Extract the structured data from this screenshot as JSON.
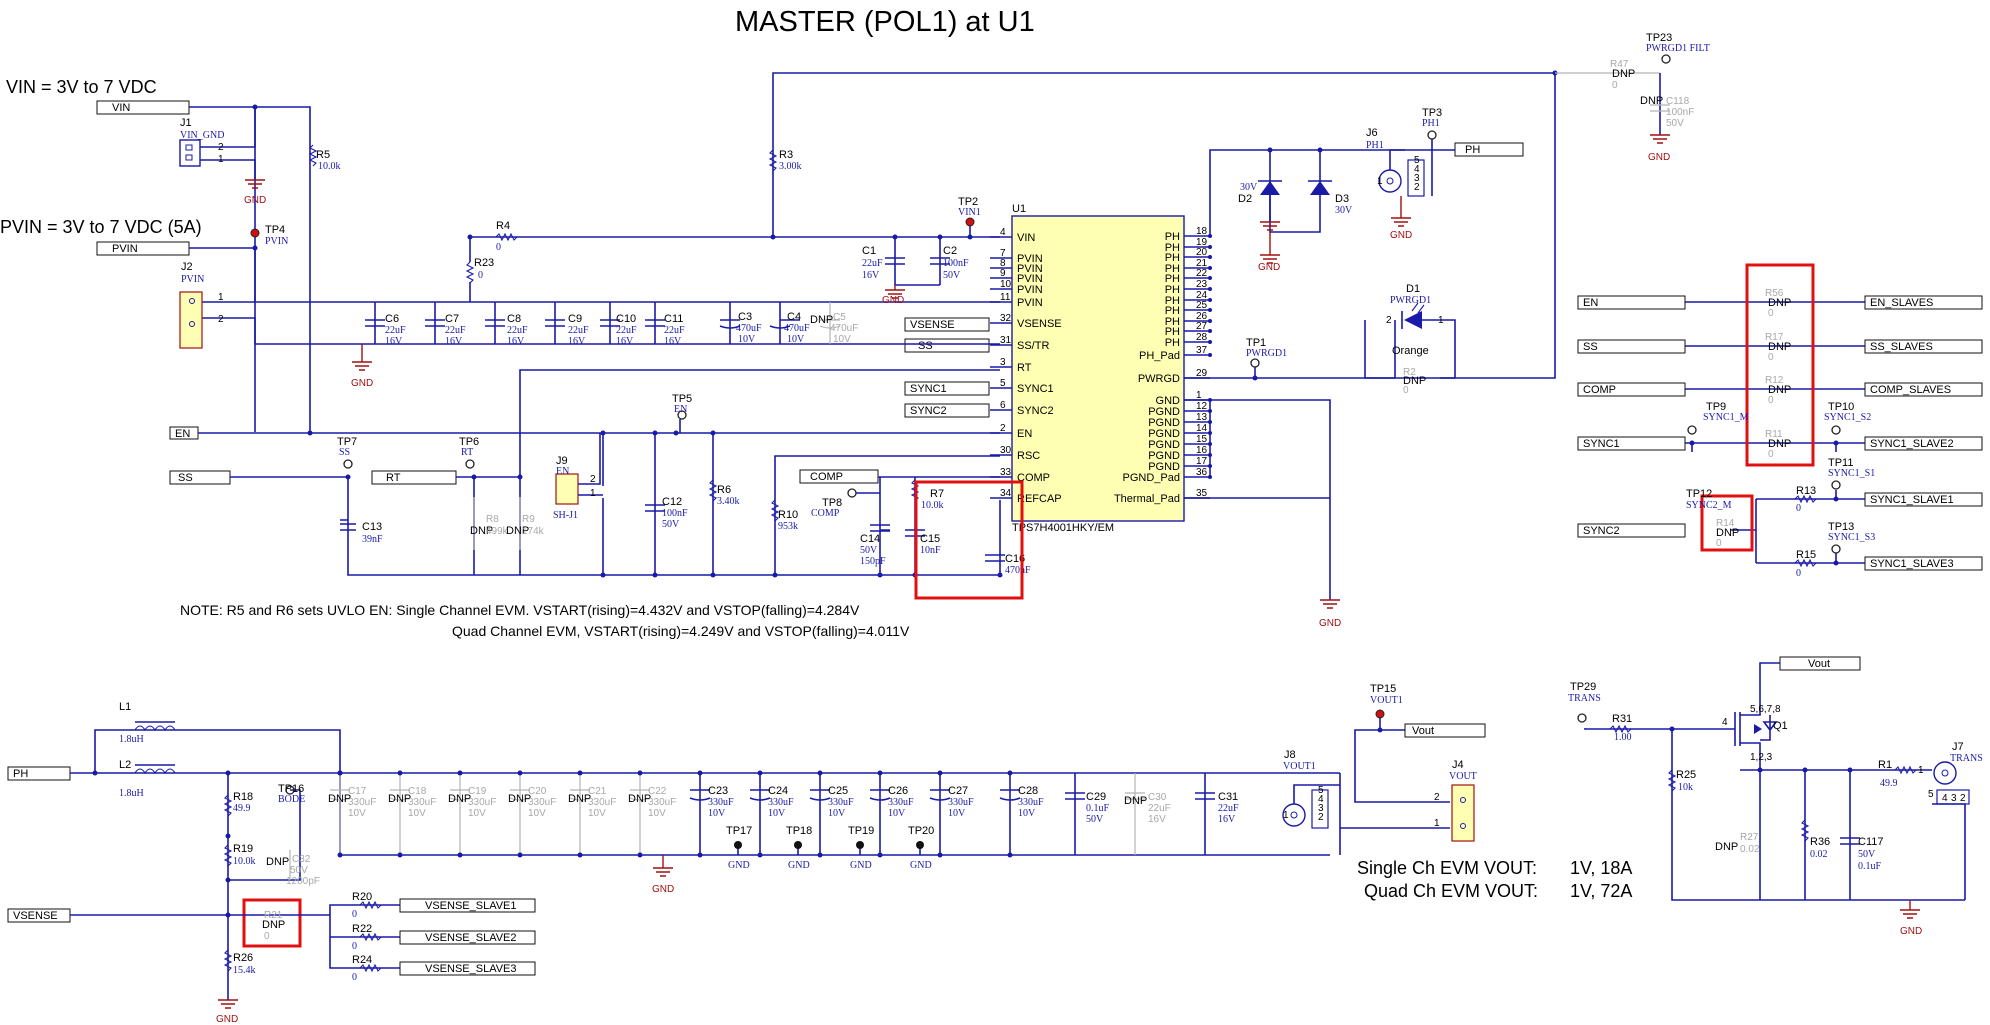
{
  "title": "MASTER (POL1) at U1",
  "supply_notes": {
    "vin_range": "VIN = 3V to 7 VDC",
    "pvin_range": "PVIN = 3V to 7 VDC (5A)"
  },
  "notes": {
    "uvlo_line1": "NOTE:  R5 and R6 sets UVLO EN:  Single Channel EVM. VSTART(rising)=4.432V and VSTOP(falling)=4.284V",
    "uvlo_line2": "Quad Channel EVM,  VSTART(rising)=4.249V and VSTOP(falling)=4.011V",
    "vout_single_label": "Single Ch EVM VOUT:",
    "vout_single_value": "1V, 18A",
    "vout_quad_label": "Quad Ch EVM VOUT:",
    "vout_quad_value": "1V, 72A"
  },
  "nets": {
    "vin": "VIN",
    "pvin": "PVIN",
    "en": "EN",
    "ss": "SS",
    "rt": "RT",
    "comp": "COMP",
    "vsense": "VSENSE",
    "sync1": "SYNC1",
    "sync2": "SYNC2",
    "ph": "PH",
    "vout": "Vout",
    "en_slaves": "EN_SLAVES",
    "ss_slaves": "SS_SLAVES",
    "comp_slaves": "COMP_SLAVES",
    "sync1_slave2": "SYNC1_SLAVE2",
    "sync1_slave1": "SYNC1_SLAVE1",
    "sync1_slave3": "SYNC1_SLAVE3",
    "vsense_slave1": "VSENSE_SLAVE1",
    "vsense_slave2": "VSENSE_SLAVE2",
    "vsense_slave3": "VSENSE_SLAVE3"
  },
  "ic": {
    "ref": "U1",
    "part": "TPS7H4001HKY/EM",
    "left_pins": [
      {
        "num": "4",
        "name": "VIN"
      },
      {
        "num": "7",
        "name": "PVIN"
      },
      {
        "num": "8",
        "name": "PVIN"
      },
      {
        "num": "9",
        "name": "PVIN"
      },
      {
        "num": "10",
        "name": "PVIN"
      },
      {
        "num": "11",
        "name": "PVIN"
      },
      {
        "num": "32",
        "name": "VSENSE"
      },
      {
        "num": "31",
        "name": "SS/TR"
      },
      {
        "num": "3",
        "name": "RT"
      },
      {
        "num": "5",
        "name": "SYNC1"
      },
      {
        "num": "6",
        "name": "SYNC2"
      },
      {
        "num": "2",
        "name": "EN"
      },
      {
        "num": "30",
        "name": "RSC"
      },
      {
        "num": "33",
        "name": "COMP"
      },
      {
        "num": "34",
        "name": "REFCAP"
      }
    ],
    "right_pins": [
      {
        "num": "18",
        "name": "PH"
      },
      {
        "num": "19",
        "name": "PH"
      },
      {
        "num": "20",
        "name": "PH"
      },
      {
        "num": "21",
        "name": "PH"
      },
      {
        "num": "22",
        "name": "PH"
      },
      {
        "num": "23",
        "name": "PH"
      },
      {
        "num": "24",
        "name": "PH"
      },
      {
        "num": "25",
        "name": "PH"
      },
      {
        "num": "26",
        "name": "PH"
      },
      {
        "num": "27",
        "name": "PH"
      },
      {
        "num": "28",
        "name": "PH"
      },
      {
        "num": "37",
        "name": "PH_Pad"
      },
      {
        "num": "29",
        "name": "PWRGD"
      },
      {
        "num": "1",
        "name": "GND"
      },
      {
        "num": "12",
        "name": "PGND"
      },
      {
        "num": "13",
        "name": "PGND"
      },
      {
        "num": "14",
        "name": "PGND"
      },
      {
        "num": "15",
        "name": "PGND"
      },
      {
        "num": "16",
        "name": "PGND"
      },
      {
        "num": "17",
        "name": "PGND"
      },
      {
        "num": "36",
        "name": "PGND_Pad"
      },
      {
        "num": "35",
        "name": "Thermal_Pad"
      }
    ]
  },
  "connectors": {
    "j1": {
      "ref": "J1",
      "label": "VIN_GND",
      "p1": "1",
      "p2": "2"
    },
    "j2": {
      "ref": "J2",
      "label": "PVIN",
      "p1": "1",
      "p2": "2"
    },
    "j9": {
      "ref": "J9",
      "label": "EN",
      "foot": "SH-J1",
      "p1": "1",
      "p2": "2"
    },
    "j6": {
      "ref": "J6",
      "label": "PH1",
      "p1": "1",
      "pins": [
        "5",
        "4",
        "3",
        "2"
      ]
    },
    "j8": {
      "ref": "J8",
      "label": "VOUT1",
      "p1": "1",
      "pins": [
        "5",
        "4",
        "3",
        "2"
      ]
    },
    "j4": {
      "ref": "J4",
      "label": "VOUT",
      "p1": "1",
      "p2": "2"
    },
    "j7": {
      "ref": "J7",
      "label": "TRANS",
      "p1": "1",
      "pins": [
        "5",
        "4",
        "3",
        "2"
      ]
    }
  },
  "testpoints": {
    "tp2": {
      "ref": "TP2",
      "label": "VIN1"
    },
    "tp4": {
      "ref": "TP4",
      "label": "PVIN"
    },
    "tp3": {
      "ref": "TP3",
      "label": "PH1"
    },
    "tp23": {
      "ref": "TP23",
      "label": "PWRGD1 FILT"
    },
    "tp1": {
      "ref": "TP1",
      "label": "PWRGD1"
    },
    "tp5": {
      "ref": "TP5",
      "label": "EN"
    },
    "tp7": {
      "ref": "TP7",
      "label": "SS"
    },
    "tp6": {
      "ref": "TP6",
      "label": "RT"
    },
    "tp8": {
      "ref": "TP8",
      "label": "COMP"
    },
    "tp9": {
      "ref": "TP9",
      "label": "SYNC1_M"
    },
    "tp10": {
      "ref": "TP10",
      "label": "SYNC1_S2"
    },
    "tp11": {
      "ref": "TP11",
      "label": "SYNC1_S1"
    },
    "tp12": {
      "ref": "TP12",
      "label": "SYNC2_M"
    },
    "tp13": {
      "ref": "TP13",
      "label": "SYNC1_S3"
    },
    "tp15": {
      "ref": "TP15",
      "label": "VOUT1"
    },
    "tp16": {
      "ref": "TP16",
      "label": "BODE"
    },
    "tp29": {
      "ref": "TP29",
      "label": "TRANS"
    },
    "gnd_tps": [
      {
        "ref": "TP17",
        "label": "GND"
      },
      {
        "ref": "TP18",
        "label": "GND"
      },
      {
        "ref": "TP19",
        "label": "GND"
      },
      {
        "ref": "TP20",
        "label": "GND"
      }
    ]
  },
  "parts": {
    "r5": {
      "ref": "R5",
      "val": "10.0k"
    },
    "r4": {
      "ref": "R4",
      "val": "0"
    },
    "r23": {
      "ref": "R23",
      "val": "0"
    },
    "r3": {
      "ref": "R3",
      "val": "3.00k"
    },
    "r47": {
      "ref": "R47",
      "val": "0"
    },
    "r2": {
      "ref": "R2",
      "val": "0"
    },
    "r6": {
      "ref": "R6",
      "val": "3.40k"
    },
    "r10": {
      "ref": "R10",
      "val": "953k"
    },
    "r7": {
      "ref": "R7",
      "val": "10.0k"
    },
    "r8": {
      "ref": "R8",
      "val": "499k"
    },
    "r9": {
      "ref": "R9",
      "val": "174k"
    },
    "r56": {
      "ref": "R56",
      "val": "0"
    },
    "r17": {
      "ref": "R17",
      "val": "0"
    },
    "r12": {
      "ref": "R12",
      "val": "0"
    },
    "r11": {
      "ref": "R11",
      "val": "0"
    },
    "r13": {
      "ref": "R13",
      "val": "0"
    },
    "r14": {
      "ref": "R14",
      "val": "0"
    },
    "r15": {
      "ref": "R15",
      "val": "0"
    },
    "r18": {
      "ref": "R18",
      "val": "49.9"
    },
    "r19": {
      "ref": "R19",
      "val": "10.0k"
    },
    "r21": {
      "ref": "R21",
      "val": "0"
    },
    "r20": {
      "ref": "R20",
      "val": "0"
    },
    "r22": {
      "ref": "R22",
      "val": "0"
    },
    "r24": {
      "ref": "R24",
      "val": "0"
    },
    "r26": {
      "ref": "R26",
      "val": "15.4k"
    },
    "r31": {
      "ref": "R31",
      "val": "1.00"
    },
    "r25": {
      "ref": "R25",
      "val": "10k"
    },
    "r27": {
      "ref": "R27",
      "val": "0.02"
    },
    "r36": {
      "ref": "R36",
      "val": "0.02"
    },
    "r1": {
      "ref": "R1",
      "val": "49.9"
    },
    "c1": {
      "ref": "C1",
      "val": "22uF",
      "v": "16V"
    },
    "c2": {
      "ref": "C2",
      "val": "100nF",
      "v": "50V"
    },
    "c6": {
      "ref": "C6",
      "val": "22uF",
      "v": "16V"
    },
    "c7": {
      "ref": "C7",
      "val": "22uF",
      "v": "16V"
    },
    "c8": {
      "ref": "C8",
      "val": "22uF",
      "v": "16V"
    },
    "c9": {
      "ref": "C9",
      "val": "22uF",
      "v": "16V"
    },
    "c10": {
      "ref": "C10",
      "val": "22uF",
      "v": "16V"
    },
    "c11": {
      "ref": "C11",
      "val": "22uF",
      "v": "16V"
    },
    "c3": {
      "ref": "C3",
      "val": "470uF",
      "v": "10V"
    },
    "c4": {
      "ref": "C4",
      "val": "470uF",
      "v": "10V"
    },
    "c5": {
      "ref": "C5",
      "val": "470uF",
      "v": "10V"
    },
    "c12": {
      "ref": "C12",
      "val": "100nF",
      "v": "50V"
    },
    "c13": {
      "ref": "C13",
      "val": "39nF"
    },
    "c14": {
      "ref": "C14",
      "val": "50V",
      "v": "150pF"
    },
    "c15": {
      "ref": "C15",
      "val": "10nF"
    },
    "c16": {
      "ref": "C16",
      "val": "470nF"
    },
    "c118": {
      "ref": "C118",
      "val": "100nF",
      "v": "50V"
    },
    "c29": {
      "ref": "C29",
      "val": "0.1uF",
      "v": "50V"
    },
    "c30": {
      "ref": "C30",
      "val": "22uF",
      "v": "16V"
    },
    "c31": {
      "ref": "C31",
      "val": "22uF",
      "v": "16V"
    },
    "c32": {
      "ref": "C32",
      "val": "50V",
      "v": "1200pF"
    },
    "c117": {
      "ref": "C117",
      "val": "50V",
      "v": "0.1uF"
    },
    "l1": {
      "ref": "L1",
      "val": "1.8uH"
    },
    "l2": {
      "ref": "L2",
      "val": "1.8uH"
    },
    "d1": {
      "ref": "D1",
      "val": "PWRGD1",
      "color": "Orange",
      "p1": "1",
      "p2": "2"
    },
    "d2": {
      "ref": "D2",
      "val": "30V"
    },
    "d3": {
      "ref": "D3",
      "val": "30V"
    },
    "q1": {
      "ref": "Q1",
      "gate": "4",
      "drain": "5,6,7,8",
      "source": "1,2,3"
    }
  },
  "out_caps": [
    {
      "ref": "C17",
      "val": "330uF",
      "v": "10V",
      "dnp": true
    },
    {
      "ref": "C18",
      "val": "330uF",
      "v": "10V",
      "dnp": true
    },
    {
      "ref": "C19",
      "val": "330uF",
      "v": "10V",
      "dnp": true
    },
    {
      "ref": "C20",
      "val": "330uF",
      "v": "10V",
      "dnp": true
    },
    {
      "ref": "C21",
      "val": "330uF",
      "v": "10V",
      "dnp": true
    },
    {
      "ref": "C22",
      "val": "330uF",
      "v": "10V",
      "dnp": true
    },
    {
      "ref": "C23",
      "val": "330uF",
      "v": "10V",
      "dnp": false
    },
    {
      "ref": "C24",
      "val": "330uF",
      "v": "10V",
      "dnp": false
    },
    {
      "ref": "C25",
      "val": "330uF",
      "v": "10V",
      "dnp": false
    },
    {
      "ref": "C26",
      "val": "330uF",
      "v": "10V",
      "dnp": false
    },
    {
      "ref": "C27",
      "val": "330uF",
      "v": "10V",
      "dnp": false
    },
    {
      "ref": "C28",
      "val": "330uF",
      "v": "10V",
      "dnp": false
    }
  ],
  "labels": {
    "dnp": "DNP",
    "gnd": "GND"
  }
}
